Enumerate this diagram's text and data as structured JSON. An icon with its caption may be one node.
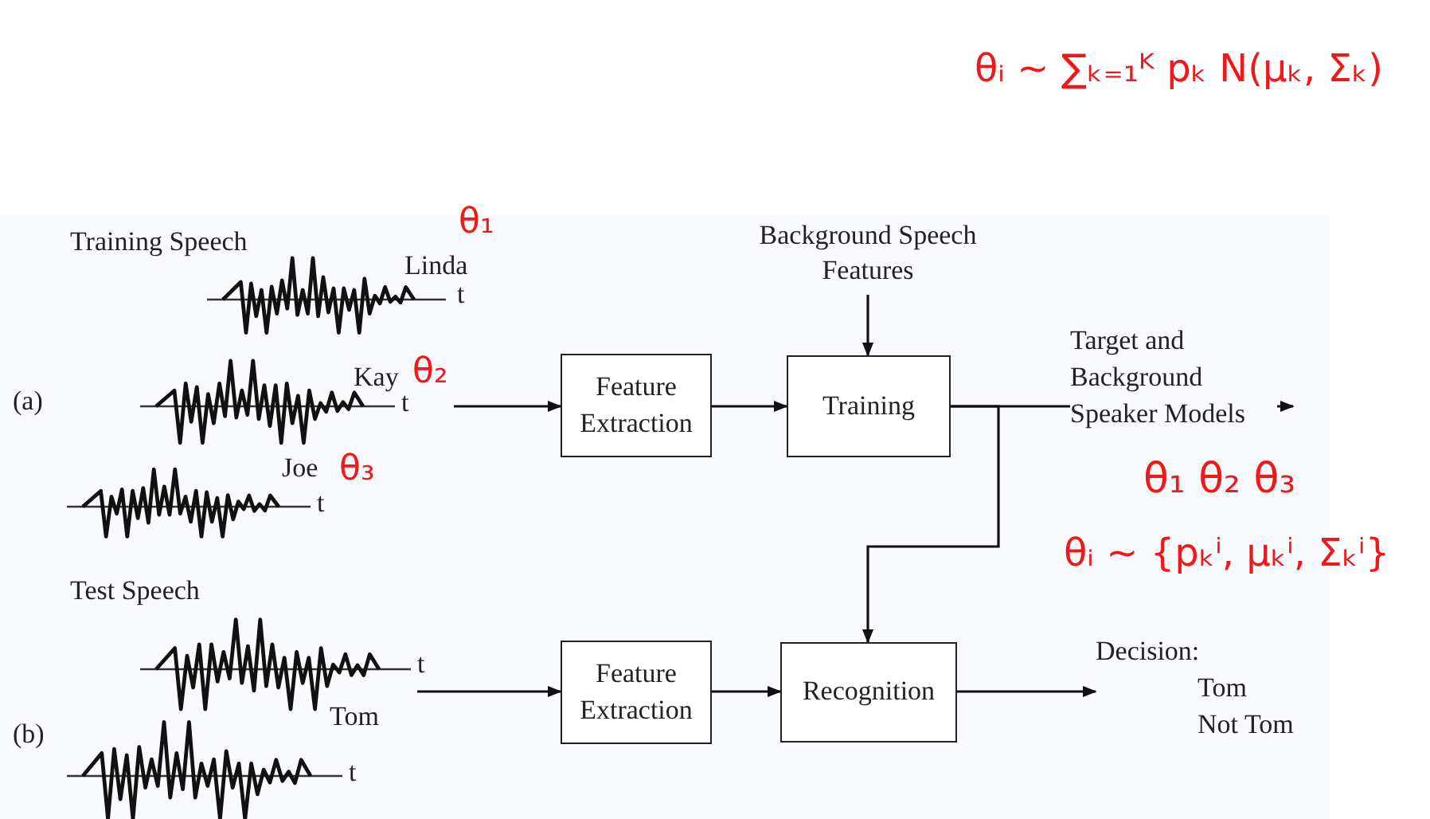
{
  "diagram": {
    "nodes": [
      {
        "text": [
          "Feature Extraction"
        ]
      },
      {
        "text": [
          "Training"
        ]
      },
      {
        "text": [
          "Feature Extraction"
        ]
      },
      {
        "text": [
          "Recognition"
        ]
      },
      {
        "text": [
          "Background Speech Features"
        ]
      },
      {
        "text": [],
        "shape": "picture"
      },
      {
        "text": [],
        "shape": "picture"
      },
      {
        "text": [
          "Decision:",
          "Tom",
          "Not Tom"
        ]
      }
    ],
    "edges": [
      {
        "from": 5,
        "to": 0,
        "arrow": "to"
      },
      {
        "from": 0,
        "to": 1,
        "arrow": "to"
      },
      {
        "from": 4,
        "to": 1,
        "arrow": "to"
      },
      {
        "from": 1,
        "to": null,
        "arrow": "to",
        "label": "Target and Background Speaker Models"
      },
      {
        "from": 1,
        "to": 3,
        "arrow": "to"
      },
      {
        "from": 6,
        "to": 2,
        "arrow": "to"
      },
      {
        "from": 2,
        "to": 3,
        "arrow": "to"
      },
      {
        "from": 3,
        "to": 7,
        "arrow": "to"
      }
    ],
    "labels": [
      "θᵢ ∼ ∑ₖ₌₁ᴷ pₖ N(μₖ, Σₖ)",
      "Training Speech",
      "θ₁",
      "Linda",
      "t",
      "(a)",
      "Kay",
      "θ₂",
      "t",
      "Joe",
      "θ₃",
      "t",
      "θ₁ θ₂ θ₃",
      "θᵢ ∼ {pₖⁱ, μₖⁱ, Σₖⁱ}",
      "Test Speech",
      "t",
      "(b)",
      "Tom",
      "t"
    ]
  }
}
